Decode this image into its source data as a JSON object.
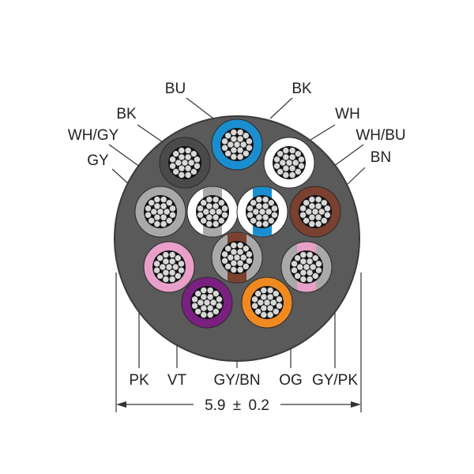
{
  "colors": {
    "jacket": "#5a5a5a",
    "jacket_edge": "#3a3a3a",
    "strand_fill": "#d8d8d8",
    "strand_edge": "#1a1a1a",
    "leader": "#333333"
  },
  "conductors": [
    {
      "code": "BU",
      "label": "BU",
      "base": "#1a8ed0",
      "stripe": null
    },
    {
      "code": "BK",
      "label": "BK",
      "base": "#4a4a4a",
      "stripe": null
    },
    {
      "code": "WH",
      "label": "WH",
      "base": "#ffffff",
      "stripe": null
    },
    {
      "code": "WH/GY",
      "label": "WH/GY",
      "base": "#ffffff",
      "stripe": "#a9a9a9"
    },
    {
      "code": "WH/BU",
      "label": "WH/BU",
      "base": "#ffffff",
      "stripe": "#1a8ed0"
    },
    {
      "code": "BN",
      "label": "BN",
      "base": "#7a4030",
      "stripe": null
    },
    {
      "code": "GY",
      "label": "GY",
      "base": "#a9a9a9",
      "stripe": null
    },
    {
      "code": "GY/BN",
      "label": "GY/BN",
      "base": "#a9a9a9",
      "stripe": "#7a4030"
    },
    {
      "code": "PK",
      "label": "PK",
      "base": "#e8a0c8",
      "stripe": null
    },
    {
      "code": "GY/PK",
      "label": "GY/PK",
      "base": "#a9a9a9",
      "stripe": "#e8a0c8"
    },
    {
      "code": "VT",
      "label": "VT",
      "base": "#7a2080",
      "stripe": null
    },
    {
      "code": "OG",
      "label": "OG",
      "base": "#f08a20",
      "stripe": null
    }
  ],
  "jacket_label": "BK",
  "dimension": {
    "value": "5.9",
    "symbol": "±",
    "tolerance": "0.2"
  }
}
